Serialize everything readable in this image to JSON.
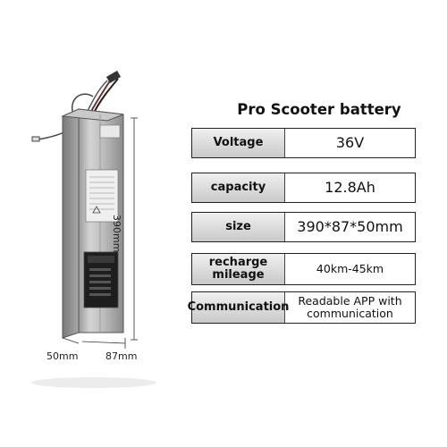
{
  "title": "Pro Scooter battery",
  "dimensions": {
    "height": "390mm",
    "depth": "50mm",
    "width": "87mm"
  },
  "specs": [
    {
      "label": "Voltage",
      "value": "36V"
    },
    {
      "label": "capacity",
      "value": "12.8Ah"
    },
    {
      "label": "size",
      "value": "390*87*50mm"
    },
    {
      "label": "recharge mileage",
      "value": "40km-45km"
    },
    {
      "label": "Communication",
      "value": "Readable APP with communication"
    }
  ],
  "colors": {
    "label_bg": "#d6d6d6",
    "border": "#222222",
    "battery_body": "#b8b8b8"
  }
}
